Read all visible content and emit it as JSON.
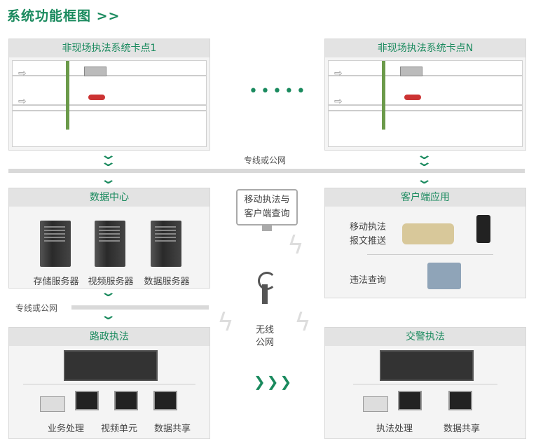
{
  "title": "系统功能框图 >>",
  "checkpoint1": {
    "title": "非现场执法系统卡点1"
  },
  "checkpointN": {
    "title": "非现场执法系统卡点N"
  },
  "dots": "•••••",
  "network_top": "专线或公网",
  "network_left": "专线或公网",
  "data_center": {
    "title": "数据中心",
    "servers": [
      "存储服务器",
      "视频服务器",
      "数据服务器"
    ]
  },
  "mobile_box": {
    "line1": "移动执法与",
    "line2": "客户端查询"
  },
  "wireless": {
    "line1": "无线",
    "line2": "公网"
  },
  "client_app": {
    "title": "客户端应用",
    "row1_line1": "移动执法",
    "row1_line2": "报文推送",
    "row2": "违法查询"
  },
  "road_admin": {
    "title": "路政执法",
    "items": [
      "业务处理",
      "视频单元",
      "数据共享"
    ]
  },
  "traffic_police": {
    "title": "交警执法",
    "items": [
      "执法处理",
      "数据共享"
    ]
  },
  "arrows": "❯❯❯",
  "colors": {
    "accent": "#1a8a5e",
    "panel": "#f4f4f4",
    "header": "#e3e3e3"
  }
}
